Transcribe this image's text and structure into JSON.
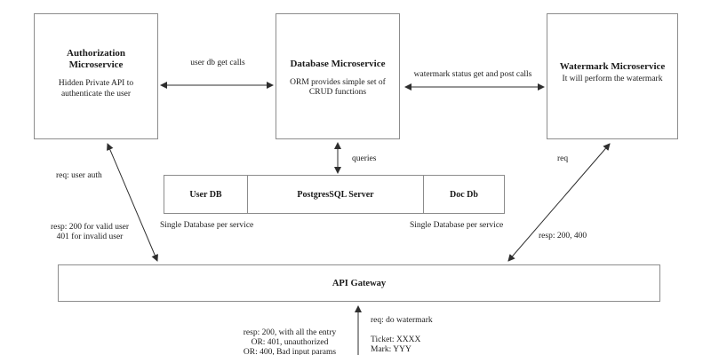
{
  "colors": {
    "background": "#ffffff",
    "box_border": "#8c8c8c",
    "arrow": "#2e2e2e",
    "text": "#1a1a1a"
  },
  "services": {
    "authorization": {
      "title": "Authorization\nMicroservice",
      "description": "Hidden Private API to\nauthenticate the user"
    },
    "database": {
      "title": "Database Microservice",
      "description": "ORM provides simple set of\nCRUD functions"
    },
    "watermark": {
      "title": "Watermark Microservice",
      "description": "It will perform the watermark"
    }
  },
  "database_row": {
    "cells": [
      "User DB",
      "PostgresSQL Server",
      "Doc Db"
    ],
    "left_note": "Single Database per service",
    "right_note": "Single Database per service"
  },
  "gateway": {
    "title": "API Gateway"
  },
  "edge_labels": {
    "auth_db": "user db get calls",
    "db_watermark": "watermark status get and post calls",
    "queries": "queries",
    "auth_req": "req: user auth",
    "auth_resp": "resp: 200 for valid user\n401 for invalid user",
    "watermark_req": "req",
    "watermark_resp": "resp: 200, 400",
    "gateway_resp": "resp: 200, with all the entry\nOR: 401, unauthorized\nOR: 400, Bad input params",
    "gateway_req": "req: do watermark\n\nTicket: XXXX\nMark: YYY"
  }
}
